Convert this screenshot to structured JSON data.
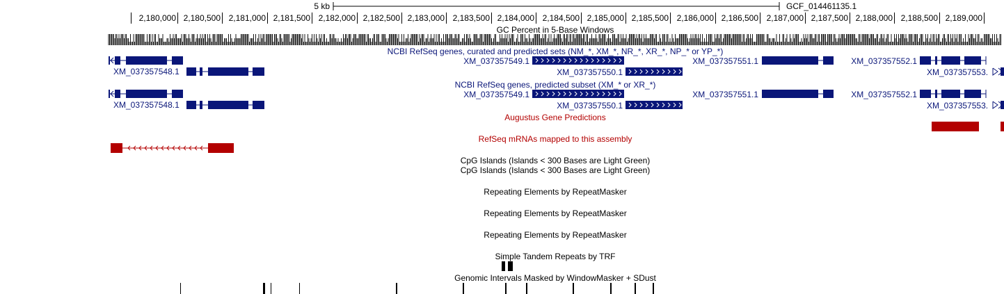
{
  "scale_bar": {
    "label": "5 kb",
    "assembly": "GCF_014461135.1"
  },
  "ruler": {
    "ticks": [
      "2,180,000",
      "2,180,500",
      "2,181,000",
      "2,181,500",
      "2,182,000",
      "2,182,500",
      "2,183,000",
      "2,183,500",
      "2,184,000",
      "2,184,500",
      "2,185,000",
      "2,185,500",
      "2,186,000",
      "2,186,500",
      "2,187,000",
      "2,187,500",
      "2,188,000",
      "2,188,500",
      "2,189,000"
    ]
  },
  "colors": {
    "gene": "#0a1679",
    "augustus": "#b30000",
    "black": "#000000"
  },
  "tracks": {
    "gc_percent": {
      "title": "GC Percent in 5-Base Windows"
    },
    "refseq_curated": {
      "title": "NCBI RefSeq genes, curated and predicted sets (NM_*, XM_*, NR_*, XR_*, NP_* or YP_*)",
      "genes": [
        "XM_037357548.1",
        "XM_037357549.1",
        "XM_037357550.1",
        "XM_037357551.1",
        "XM_037357552.1",
        "XM_037357553."
      ]
    },
    "refseq_predicted": {
      "title": "NCBI RefSeq genes, predicted subset (XM_* or XR_*)",
      "genes": [
        "XM_037357548.1",
        "XM_037357549.1",
        "XM_037357550.1",
        "XM_037357551.1",
        "XM_037357552.1",
        "XM_037357553."
      ]
    },
    "augustus": {
      "title": "Augustus Gene Predictions"
    },
    "refseq_mrna": {
      "title": "RefSeq mRNAs mapped to this assembly"
    },
    "cpg_1": {
      "title": "CpG Islands (Islands < 300 Bases are Light Green)"
    },
    "cpg_2": {
      "title": "CpG Islands (Islands < 300 Bases are Light Green)"
    },
    "rmsk_1": {
      "title": "Repeating Elements by RepeatMasker"
    },
    "rmsk_2": {
      "title": "Repeating Elements by RepeatMasker"
    },
    "rmsk_3": {
      "title": "Repeating Elements by RepeatMasker"
    },
    "trf": {
      "title": "Simple Tandem Repeats by TRF"
    },
    "windowmasker": {
      "title": "Genomic Intervals Masked by WindowMasker + SDust"
    }
  }
}
